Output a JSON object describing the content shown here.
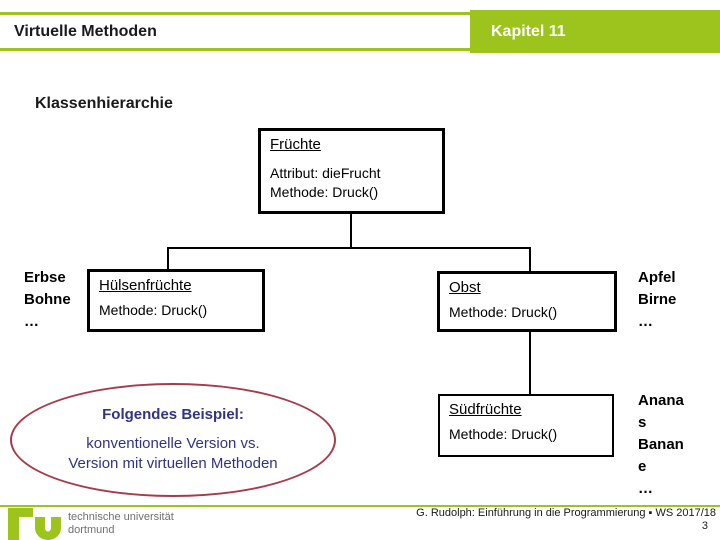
{
  "header": {
    "title": "Virtuelle Methoden",
    "chapter": "Kapitel 11"
  },
  "slide": {
    "heading": "Klassenhierarchie"
  },
  "diagram": {
    "fruechte": {
      "title": "Früchte",
      "attribute": "Attribut: dieFrucht",
      "method": "Methode: Druck()"
    },
    "huelsenfruechte": {
      "title": "Hülsenfrüchte",
      "method": "Methode: Druck()"
    },
    "obst": {
      "title": "Obst",
      "method": "Methode: Druck()"
    },
    "suedfruechte": {
      "title": "Südfrüchte",
      "method": "Methode: Druck()"
    },
    "left_examples": {
      "lines": [
        "Erbse",
        "Bohne",
        "…"
      ]
    },
    "right_examples_top": {
      "lines": [
        "Apfel",
        "Birne",
        "…"
      ]
    },
    "right_examples_bottom": {
      "lines": [
        "Anana",
        "s",
        "Banan",
        "e",
        "…"
      ]
    }
  },
  "callout": {
    "title": "Folgendes Beispiel:",
    "line1": "konventionelle Version vs.",
    "line2": "Version mit virtuellen Methoden"
  },
  "footer": {
    "credit": "G. Rudolph: Einführung in die Programmierung ▪ WS 2017/18",
    "page": "3",
    "logo_line1": "technische universität",
    "logo_line2": "dortmund"
  },
  "colors": {
    "accent_green": "#9CC41C",
    "callout_border": "#A53B4B",
    "callout_text": "#323382"
  }
}
